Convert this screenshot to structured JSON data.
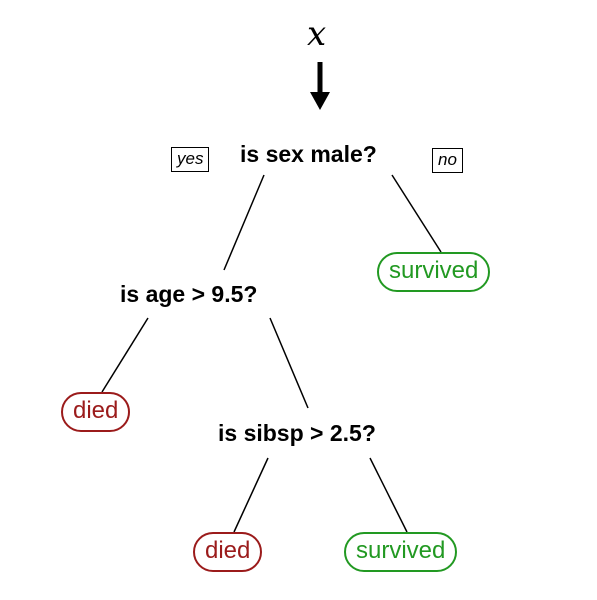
{
  "input_symbol": "x",
  "colors": {
    "died": "#9b1b1b",
    "survived": "#229922",
    "edge": "#000000"
  },
  "tree": {
    "root_question": "is sex male?",
    "yes_label": "yes",
    "no_label": "no",
    "age_question": "is age > 9.5?",
    "sibsp_question": "is sibsp > 2.5?",
    "leaves": {
      "root_no": "survived",
      "age_no": "died",
      "sibsp_yes": "died",
      "sibsp_no": "survived"
    }
  }
}
